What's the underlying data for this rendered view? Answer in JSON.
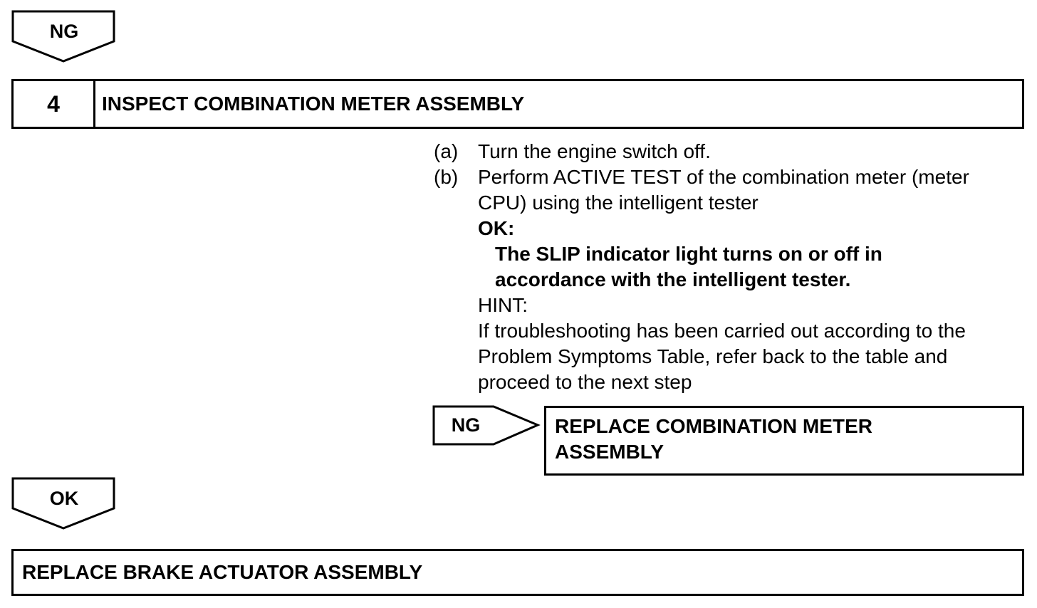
{
  "top_arrow": {
    "label": "NG"
  },
  "step": {
    "number": "4",
    "title": "INSPECT COMBINATION METER ASSEMBLY"
  },
  "instructions": {
    "a_marker": "(a)",
    "a_text": "Turn the engine switch off.",
    "b_marker": "(b)",
    "b_text_line1": "Perform ACTIVE TEST of the combination meter (meter",
    "b_text_line2": "CPU) using the intelligent tester",
    "ok_label": "OK:",
    "ok_line1": "The SLIP indicator light turns on or off in",
    "ok_line2": "accordance with the intelligent tester.",
    "hint_label": "HINT:",
    "hint_line1": "If troubleshooting has been carried out according to the",
    "hint_line2": "Problem Symptoms Table, refer back to the table and",
    "hint_line3": "proceed to the next step"
  },
  "ng_branch": {
    "label": "NG",
    "result_line1": "REPLACE COMBINATION METER",
    "result_line2": "ASSEMBLY"
  },
  "ok_arrow": {
    "label": "OK"
  },
  "final_step": {
    "title": "REPLACE BRAKE ACTUATOR ASSEMBLY"
  }
}
